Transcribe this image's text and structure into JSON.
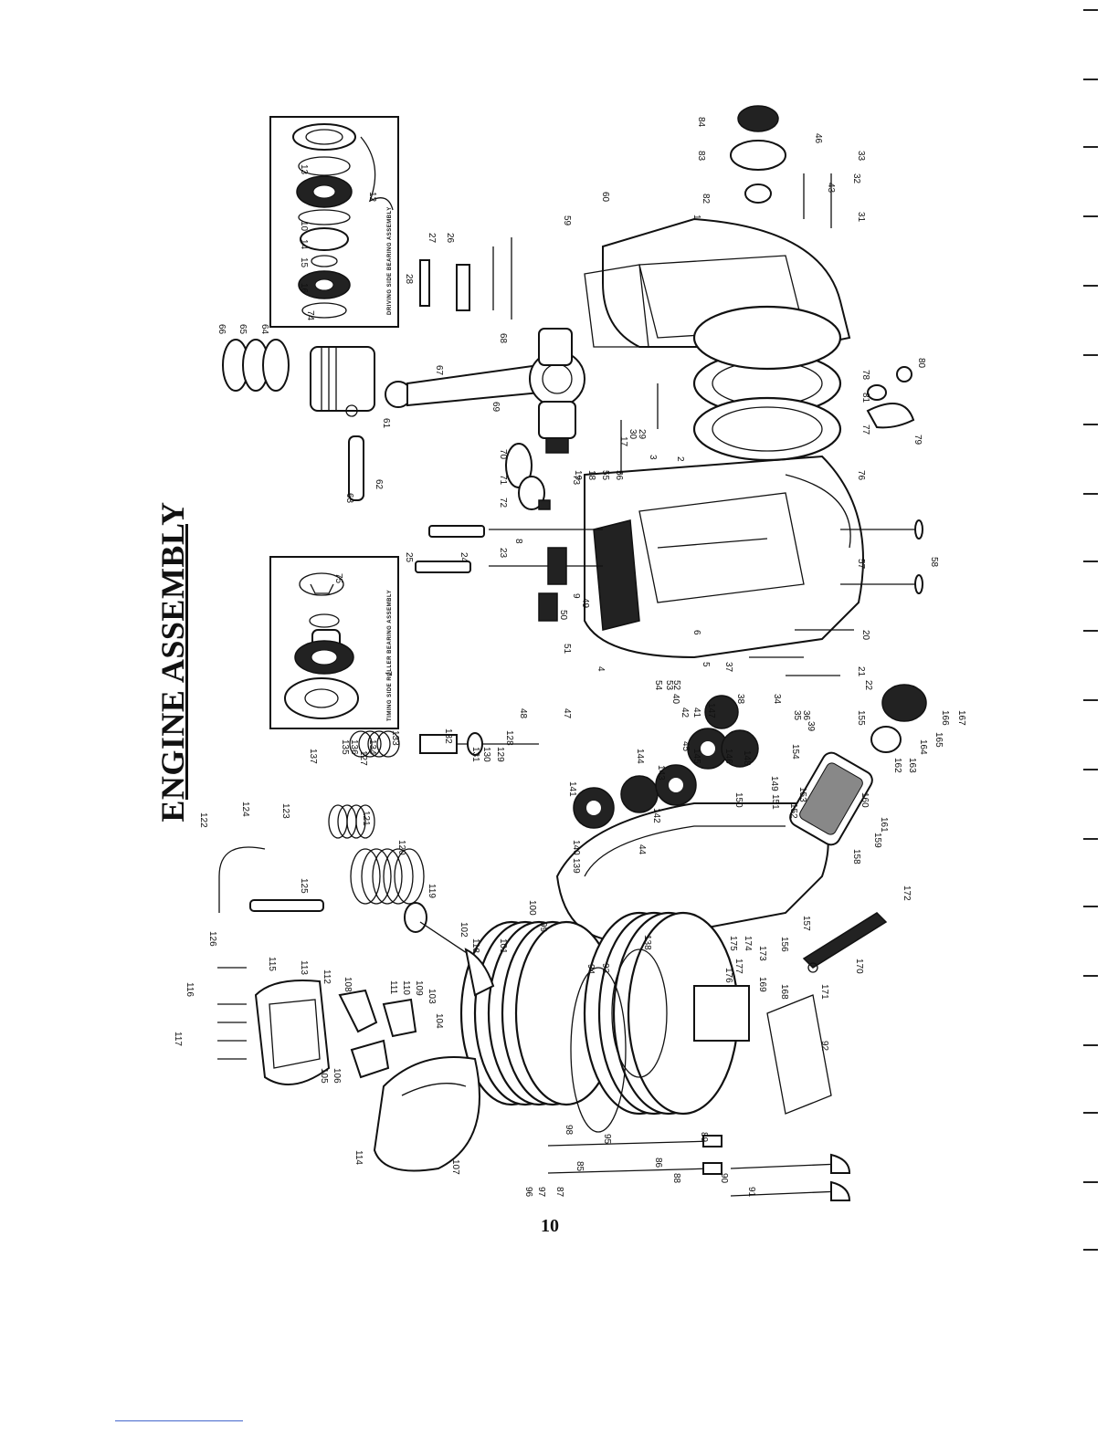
{
  "page": {
    "title": "ENGINE ASSEMBLY",
    "page_number": "10"
  },
  "insets": {
    "driving_side": "DRIVING SIDE BEARING ASSEMBLY",
    "timing_side": "TIMING SIDE ROLLER BEARING ASSEMBLY"
  },
  "labels": [
    "1",
    "2",
    "3",
    "4",
    "5",
    "6",
    "7",
    "8",
    "9",
    "10",
    "12",
    "13",
    "14",
    "15",
    "16",
    "17",
    "18",
    "19",
    "20",
    "21",
    "22",
    "23",
    "24",
    "25",
    "26",
    "27",
    "28",
    "29",
    "30",
    "31",
    "32",
    "33",
    "34",
    "35",
    "36",
    "37",
    "38",
    "39",
    "40",
    "41",
    "42",
    "43",
    "44",
    "45",
    "46",
    "47",
    "48",
    "49",
    "50",
    "51",
    "52",
    "53",
    "54",
    "55",
    "56",
    "57",
    "58",
    "59",
    "60",
    "61",
    "62",
    "63",
    "64",
    "65",
    "66",
    "67",
    "68",
    "69",
    "70",
    "71",
    "72",
    "73",
    "74",
    "75",
    "76",
    "77",
    "78",
    "79",
    "80",
    "81",
    "82",
    "83",
    "84",
    "85",
    "86",
    "87",
    "88",
    "89",
    "90",
    "91",
    "92",
    "93",
    "94",
    "95",
    "96",
    "97",
    "98",
    "99",
    "100",
    "101",
    "102",
    "103",
    "104",
    "105",
    "106",
    "107",
    "108",
    "109",
    "110",
    "111",
    "112",
    "113",
    "114",
    "115",
    "116",
    "117",
    "118",
    "119",
    "120",
    "121",
    "122",
    "123",
    "124",
    "125",
    "126",
    "127",
    "128",
    "129",
    "130",
    "131",
    "132",
    "133",
    "134",
    "135",
    "136",
    "137",
    "138",
    "139",
    "140",
    "141",
    "142",
    "143",
    "144",
    "145",
    "146",
    "147",
    "148",
    "149",
    "150",
    "151",
    "152",
    "153",
    "154",
    "155",
    "156",
    "157",
    "158",
    "159",
    "160",
    "161",
    "162",
    "163",
    "164",
    "165",
    "166",
    "167",
    "168",
    "169",
    "170",
    "171",
    "172",
    "173",
    "174",
    "175",
    "176",
    "177"
  ]
}
